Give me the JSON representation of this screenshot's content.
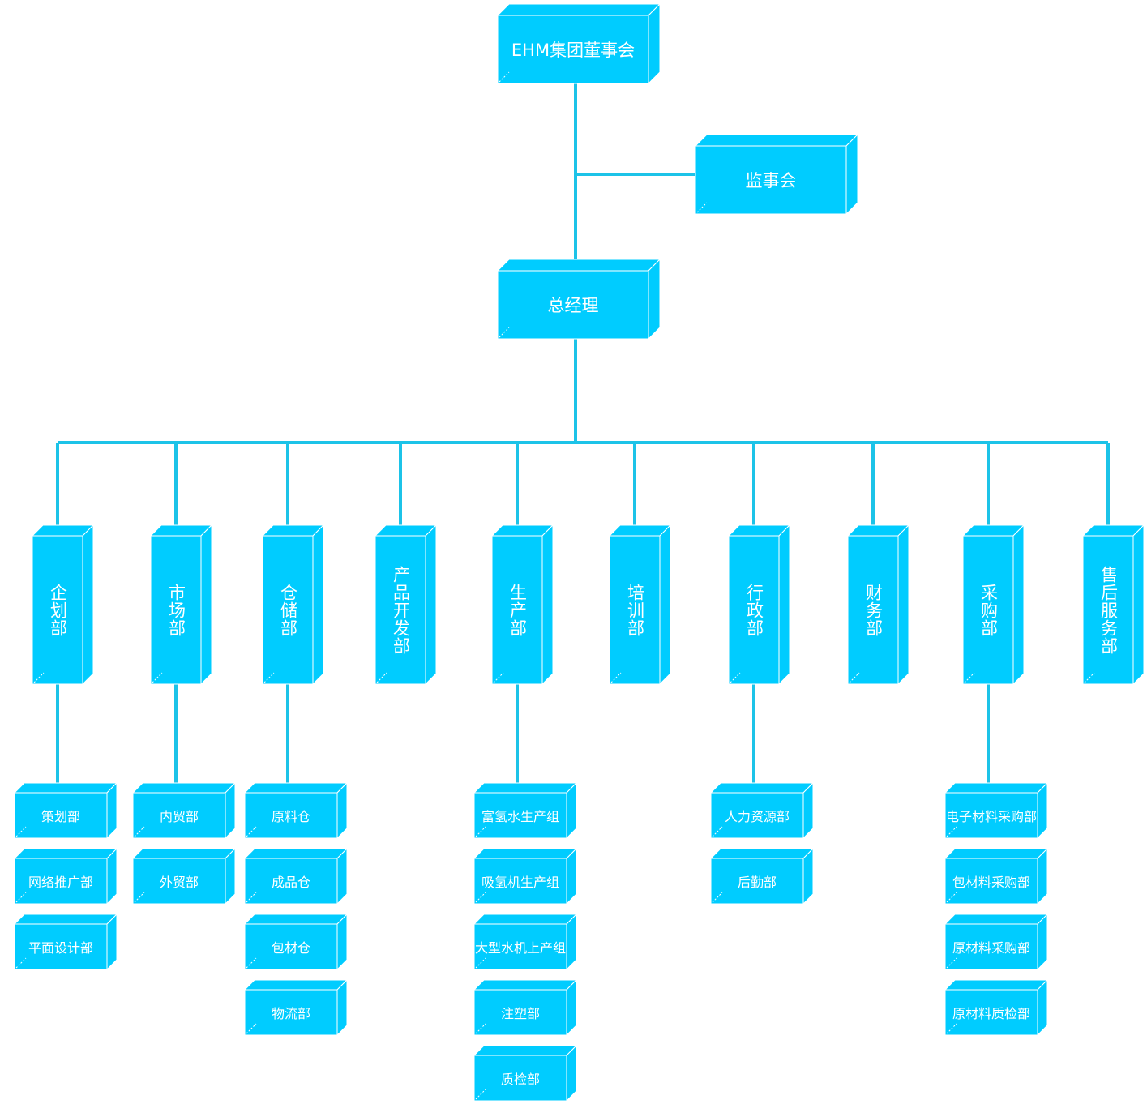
{
  "colors": {
    "fill": "#00CCFF",
    "connector": "#1CC3E8",
    "text": "#FFFFFF"
  },
  "board": "EHM集团董事会",
  "supervisory": "监事会",
  "gm": "总经理",
  "departments": [
    {
      "name": "企划部",
      "subs": [
        "策划部",
        "网络推广部",
        "平面设计部"
      ]
    },
    {
      "name": "市场部",
      "subs": [
        "内贸部",
        "外贸部"
      ]
    },
    {
      "name": "仓储部",
      "subs": [
        "原料仓",
        "成品仓",
        "包材仓",
        "物流部"
      ]
    },
    {
      "name": "产品开发部",
      "subs": []
    },
    {
      "name": "生产部",
      "subs": [
        "富氢水生产组",
        "吸氢机生产组",
        "大型水机上产组",
        "注塑部",
        "质检部"
      ]
    },
    {
      "name": "培训部",
      "subs": []
    },
    {
      "name": "行政部",
      "subs": [
        "人力资源部",
        "后勤部"
      ]
    },
    {
      "name": "财务部",
      "subs": []
    },
    {
      "name": "采购部",
      "subs": [
        "电子材料采购部",
        "包材料采购部",
        "原材料采购部",
        "原材料质检部"
      ]
    },
    {
      "name": "售后服务部",
      "subs": []
    }
  ]
}
